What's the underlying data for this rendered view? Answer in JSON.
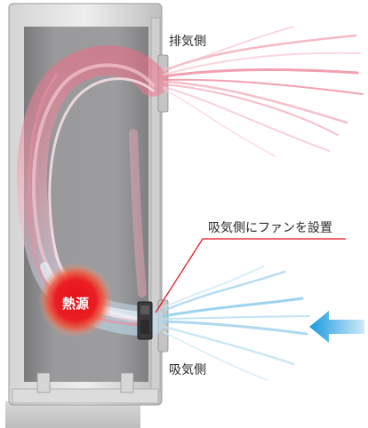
{
  "labels": {
    "exhaust_side": "排気側",
    "intake_side": "吸気側",
    "fan_note": "吸気側にファンを設置",
    "heat_source": "熱源"
  },
  "colors": {
    "warm_air": "#e83a4e",
    "cool_air": "#7cc4e8",
    "heat_core": "#e4121a",
    "inflow_arrow": "#1a9be0",
    "leader_line": "#e0121c"
  },
  "icons": {
    "inflow_arrow": "arrow-left-icon",
    "fan": "fan-icon"
  }
}
